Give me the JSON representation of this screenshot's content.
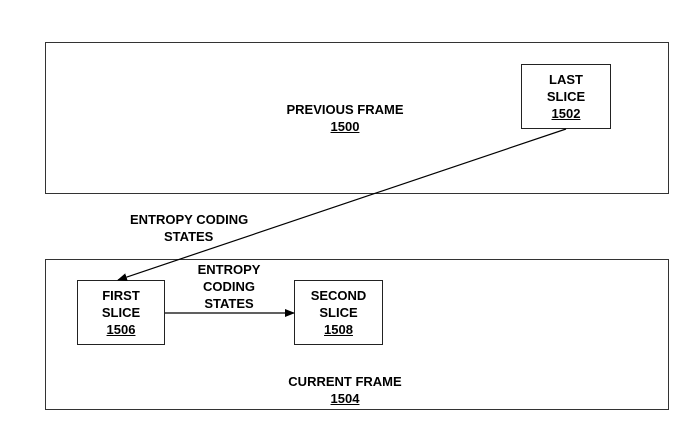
{
  "previous_frame": {
    "label": "PREVIOUS FRAME",
    "number": "1500",
    "last_slice": {
      "label_line1": "LAST",
      "label_line2": "SLICE",
      "number": "1502"
    }
  },
  "current_frame": {
    "label": "CURRENT FRAME",
    "number": "1504",
    "first_slice": {
      "label_line1": "FIRST",
      "label_line2": "SLICE",
      "number": "1506"
    },
    "second_slice": {
      "label_line1": "SECOND",
      "label_line2": "SLICE",
      "number": "1508"
    }
  },
  "arrows": {
    "inter_frame": {
      "label_line1": "ENTROPY CODING",
      "label_line2": "STATES"
    },
    "intra_frame": {
      "label_line1": "ENTROPY",
      "label_line2": "CODING",
      "label_line3": "STATES"
    }
  }
}
